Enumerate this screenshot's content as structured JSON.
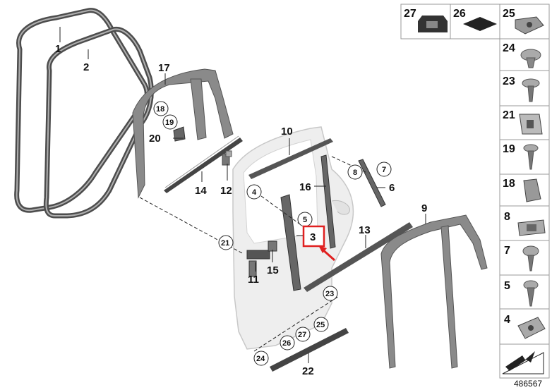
{
  "diagram": {
    "document_number": "486567",
    "callouts": {
      "c1": "1",
      "c2": "2",
      "c3": "3",
      "c4": "4",
      "c5": "5",
      "c6": "6",
      "c7": "7",
      "c8": "8",
      "c9": "9",
      "c10": "10",
      "c11": "11",
      "c12": "12",
      "c13": "13",
      "c14": "14",
      "c15": "15",
      "c16": "16",
      "c17": "17",
      "c18": "18",
      "c19": "19",
      "c20": "20",
      "c21": "21",
      "c22": "22",
      "c23": "23",
      "c24": "24",
      "c25": "25",
      "c26": "26",
      "c27": "27"
    },
    "parts_panel": [
      {
        "label": "27",
        "icon": "rubber-pad-icon"
      },
      {
        "label": "26",
        "icon": "foam-pad-icon"
      },
      {
        "label": "25",
        "icon": "nut-clip-icon"
      },
      {
        "label": "24",
        "icon": "expanding-rivet-icon"
      },
      {
        "label": "23",
        "icon": "screw-icon"
      },
      {
        "label": "21",
        "icon": "grommet-icon"
      },
      {
        "label": "19",
        "icon": "self-tapping-screw-icon"
      },
      {
        "label": "18",
        "icon": "trim-clip-icon"
      },
      {
        "label": "8",
        "icon": "bracket-clip-icon"
      },
      {
        "label": "7",
        "icon": "pan-head-screw-icon"
      },
      {
        "label": "5",
        "icon": "wood-screw-icon"
      },
      {
        "label": "4",
        "icon": "spring-nut-icon"
      },
      {
        "label": "",
        "icon": "arrow-plate-icon"
      }
    ],
    "highlight_color": "#e02020"
  }
}
